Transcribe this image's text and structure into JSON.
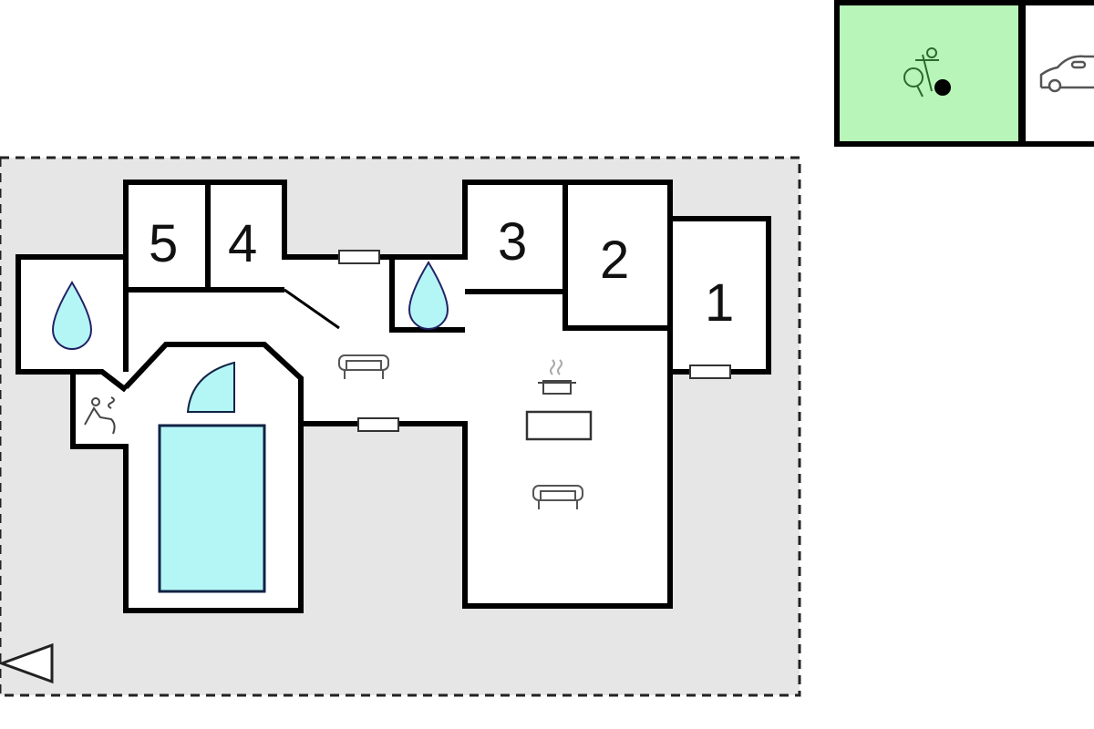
{
  "colors": {
    "lot": "#e6e6e6",
    "water": "#b4f6f6",
    "garden": "#b8f5b8",
    "wall": "#000000"
  },
  "rooms": [
    {
      "label": "5",
      "type": "bedroom"
    },
    {
      "label": "4",
      "type": "bedroom"
    },
    {
      "label": "3",
      "type": "bedroom"
    },
    {
      "label": "2",
      "type": "bedroom"
    },
    {
      "label": "1",
      "type": "bedroom"
    }
  ],
  "icons": [
    "water-drop-icon",
    "sauna-icon",
    "sofa-icon",
    "cooking-pot-icon",
    "dining-table-icon",
    "pool-icon",
    "spa-icon",
    "garden-games-icon",
    "car-icon",
    "entrance-arrow-icon"
  ]
}
